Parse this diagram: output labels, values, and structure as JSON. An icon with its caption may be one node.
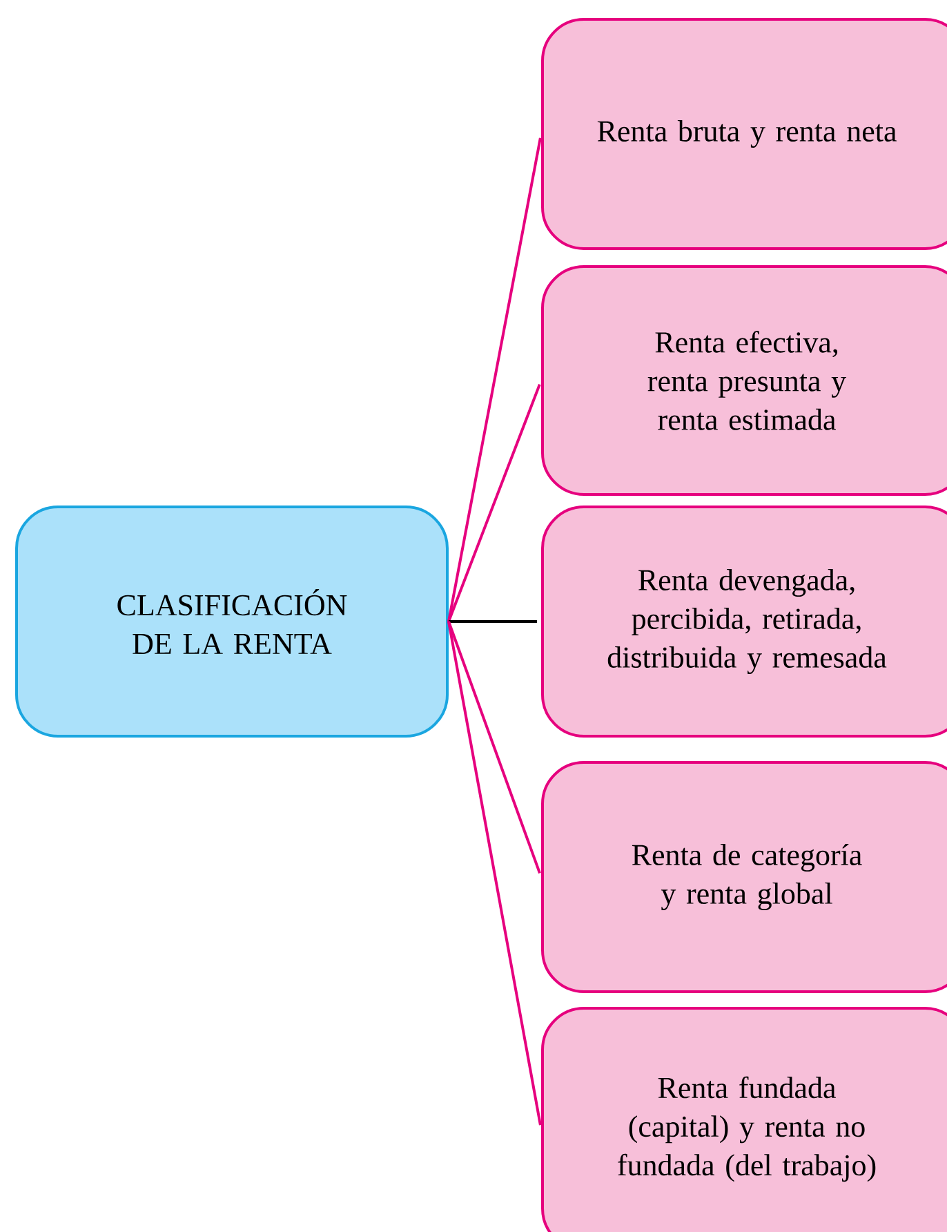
{
  "diagram": {
    "nodes": [
      {
        "text": [
          "CLASIFICACIÓN DE LA RENTA"
        ]
      },
      {
        "text": [
          "Renta bruta y renta neta"
        ]
      },
      {
        "text": [
          "Renta efectiva, renta presunta y renta estimada"
        ]
      },
      {
        "text": [
          "Renta devengada, percibida, retirada, distribuida y remesada"
        ]
      },
      {
        "text": [
          "Renta de categoría y renta global"
        ]
      },
      {
        "text": [
          "Renta fundada (capital) y renta no fundada (del trabajo)"
        ]
      }
    ],
    "edges": [
      {
        "from": 0,
        "to": 1,
        "arrow": "none"
      },
      {
        "from": 0,
        "to": 2,
        "arrow": "none"
      },
      {
        "from": 0,
        "to": 3,
        "arrow": "none",
        "color": "#000000"
      },
      {
        "from": 0,
        "to": 4,
        "arrow": "none"
      },
      {
        "from": 0,
        "to": 5,
        "arrow": "none"
      }
    ]
  }
}
